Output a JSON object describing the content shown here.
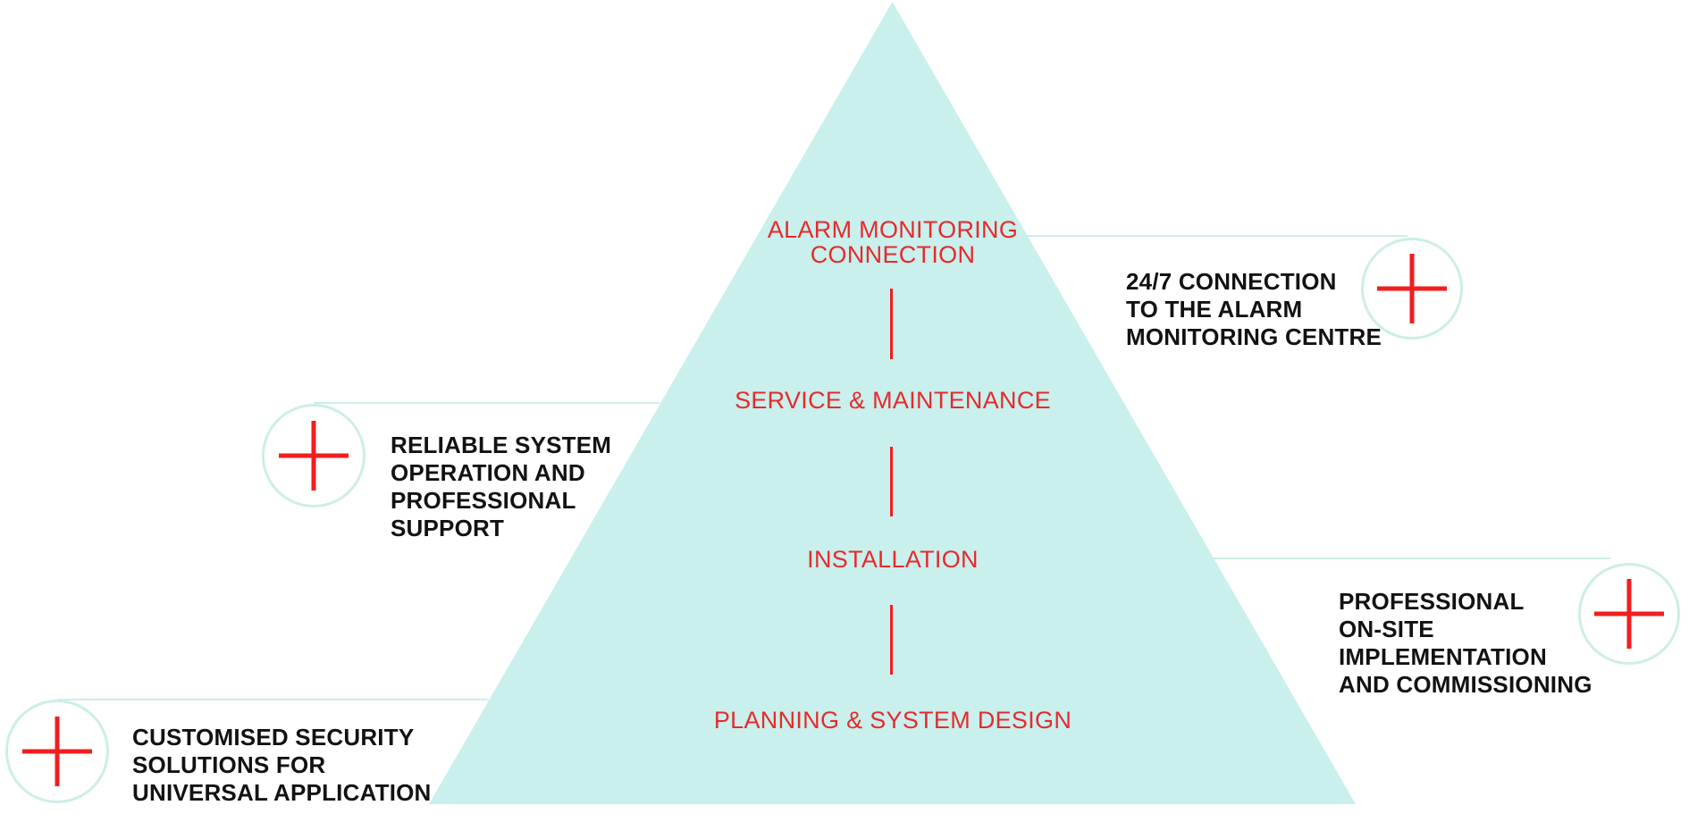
{
  "diagram_title": "security-services-pyramid",
  "colors": {
    "bg": "#ffffff",
    "triangle": "#c9f0ec",
    "pale": "#cdeee9",
    "red_text": "#e72a2d",
    "red_shape": "#f11e1e",
    "black_text": "#121212"
  },
  "pyramid": {
    "levels": [
      {
        "label": "ALARM MONITORING\nCONNECTION"
      },
      {
        "label": "SERVICE & MAINTENANCE"
      },
      {
        "label": "INSTALLATION"
      },
      {
        "label": "PLANNING & SYSTEM DESIGN"
      }
    ]
  },
  "annotations": [
    {
      "position": "top-right",
      "icon": "plus-circle-icon",
      "text": "24/7 CONNECTION\nTO THE ALARM\nMONITORING CENTRE"
    },
    {
      "position": "middle-left",
      "icon": "plus-circle-icon",
      "text": "RELIABLE SYSTEM\nOPERATION AND\nPROFESSIONAL\nSUPPORT"
    },
    {
      "position": "bottom-right",
      "icon": "plus-circle-icon",
      "text": "PROFESSIONAL\nON-SITE\nIMPLEMENTATION\nAND COMMISSIONING"
    },
    {
      "position": "bottom-left",
      "icon": "plus-circle-icon",
      "text": "CUSTOMISED SECURITY\nSOLUTIONS FOR\nUNIVERSAL APPLICATION"
    }
  ]
}
